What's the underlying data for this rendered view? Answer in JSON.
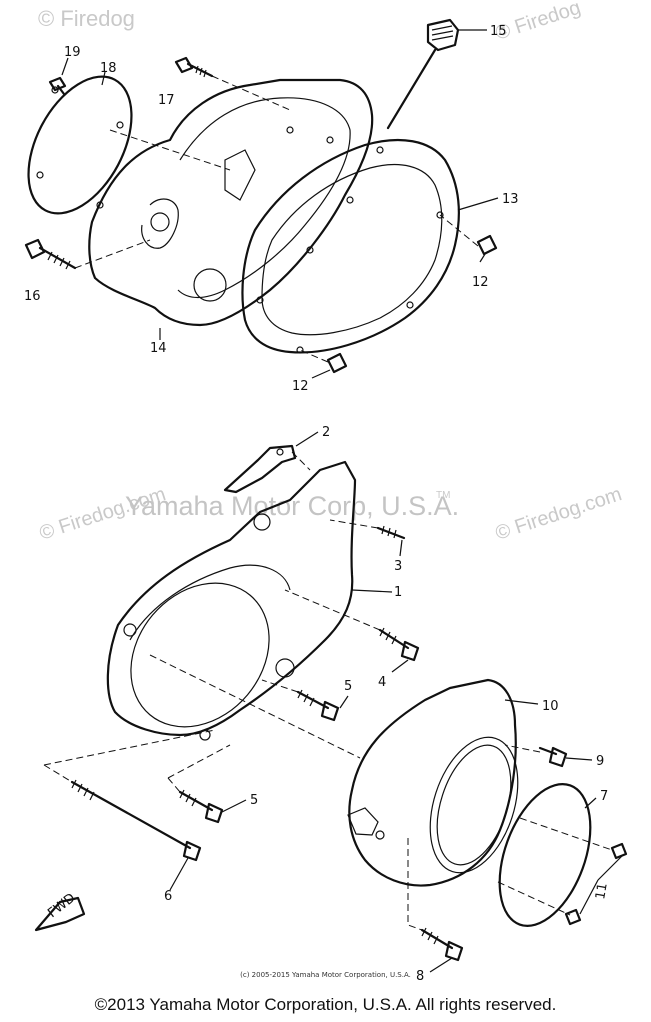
{
  "watermarks": {
    "brand": "© Firedog",
    "brand_dotcom": "© Firedog.com",
    "manufacturer": "Yamaha Motor Corp, U.S.A.",
    "tm": "TM"
  },
  "callouts": [
    "1",
    "2",
    "3",
    "4",
    "5",
    "5",
    "6",
    "7",
    "8",
    "9",
    "10",
    "11",
    "12",
    "12",
    "13",
    "14",
    "15",
    "16",
    "17",
    "18",
    "19"
  ],
  "fwd_label": "FWD",
  "fine_print": "(c) 2005-2015 Yamaha Motor Corporation, U.S.A.",
  "copyright": "©2013 Yamaha Motor Corporation, U.S.A. All rights reserved."
}
